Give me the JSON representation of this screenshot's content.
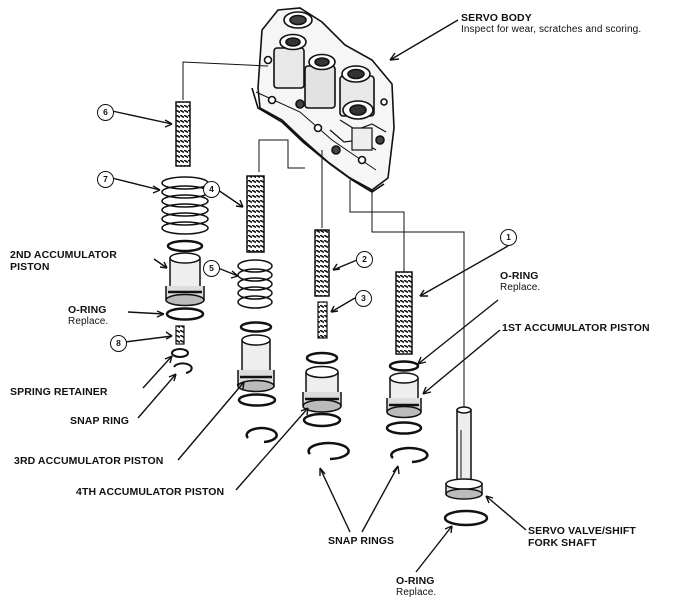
{
  "labels": {
    "servo_body": "SERVO BODY",
    "servo_body_note": "Inspect for wear, scratches and scoring.",
    "accum2": "2ND ACCUMULATOR",
    "accum2_line2": "PISTON",
    "oring_left": "O-RING",
    "oring_left_note": "Replace.",
    "spring_retainer": "SPRING RETAINER",
    "snap_ring": "SNAP RING",
    "accum3": "3RD ACCUMULATOR PISTON",
    "accum4": "4TH ACCUMULATOR PISTON",
    "snap_rings": "SNAP RINGS",
    "oring_right": "O-RING",
    "oring_right_note": "Replace.",
    "accum1": "1ST ACCUMULATOR PISTON",
    "servo_valve": "SERVO VALVE/SHIFT",
    "servo_valve_line2": "FORK SHAFT",
    "oring_bottom": "O-RING",
    "oring_bottom_note": "Replace."
  },
  "callouts": [
    "1",
    "2",
    "3",
    "4",
    "5",
    "6",
    "7",
    "8"
  ]
}
